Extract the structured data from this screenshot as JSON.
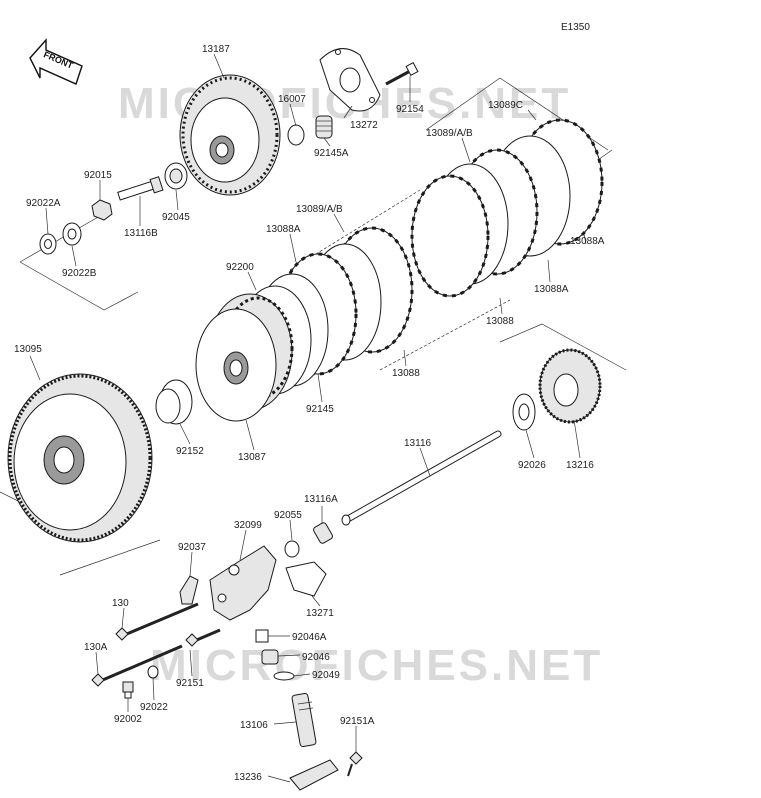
{
  "diagram_code": "E1350",
  "front_label": "FRONT",
  "watermark": "MICROFICHES.NET",
  "parts": {
    "p13187": "13187",
    "p16007": "16007",
    "p13272": "13272",
    "p92154": "92154",
    "p92145A": "92145A",
    "p13089C": "13089C",
    "p13089AB_top": "13089/A/B",
    "p13089AB_mid": "13089/A/B",
    "p92015": "92015",
    "p92022A": "92022A",
    "p92022B": "92022B",
    "p13116B": "13116B",
    "p92045": "92045",
    "p13088A_left": "13088A",
    "p13088A_right": "13088A",
    "p13088A_mid": "13088A",
    "p92200": "92200",
    "p13088_mid": "13088",
    "p13088_low": "13088",
    "p13095": "13095",
    "p92145": "92145",
    "p92152": "92152",
    "p13087": "13087",
    "p13116": "13116",
    "p92026": "92026",
    "p13216": "13216",
    "p13116A": "13116A",
    "p92055": "92055",
    "p32099": "32099",
    "p92037": "92037",
    "p13271": "13271",
    "p130": "130",
    "p92046A": "92046A",
    "p130A": "130A",
    "p92046": "92046",
    "p92049": "92049",
    "p92151": "92151",
    "p92022": "92022",
    "p92002": "92002",
    "p13106": "13106",
    "p92151A": "92151A",
    "p13236": "13236"
  }
}
